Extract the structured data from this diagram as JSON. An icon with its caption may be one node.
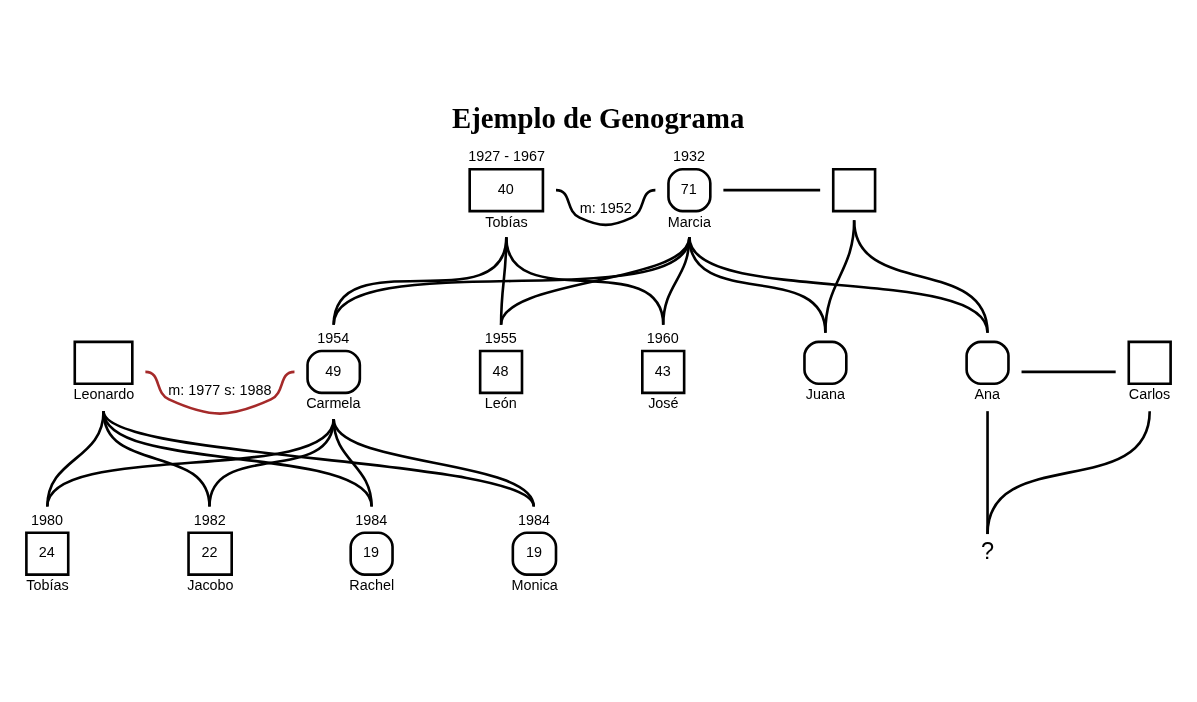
{
  "diagram": {
    "title": "Ejemplo de Genograma",
    "nodes": [
      {
        "text": [
          "40"
        ],
        "beside": [
          "1927 - 1967",
          "Tobías"
        ]
      },
      {
        "text": [
          "71"
        ],
        "beside": [
          "1932",
          "Marcia"
        ]
      },
      {
        "text": [],
        "shape": "box"
      },
      {
        "text": [],
        "shape": "box",
        "beside": [
          "Leonardo"
        ]
      },
      {
        "text": [
          "49"
        ],
        "beside": [
          "1954",
          "Carmela"
        ]
      },
      {
        "text": [
          "48"
        ],
        "beside": [
          "1955",
          "León"
        ]
      },
      {
        "text": [
          "43"
        ],
        "beside": [
          "1960",
          "José"
        ]
      },
      {
        "text": [],
        "shape": "circle",
        "beside": [
          "Juana"
        ]
      },
      {
        "text": [],
        "shape": "circle",
        "beside": [
          "Ana"
        ]
      },
      {
        "text": [],
        "shape": "box",
        "beside": [
          "Carlos"
        ]
      },
      {
        "text": [
          "24"
        ],
        "beside": [
          "1980",
          "Tobías"
        ]
      },
      {
        "text": [
          "22"
        ],
        "beside": [
          "1982",
          "Jacobo"
        ]
      },
      {
        "text": [
          "19"
        ],
        "beside": [
          "1984",
          "Rachel"
        ]
      },
      {
        "text": [
          "19"
        ],
        "beside": [
          "1984",
          "Monica"
        ]
      },
      {
        "text": [
          "?"
        ]
      }
    ],
    "edges": [
      {
        "from": 0,
        "to": 1,
        "arrow": "none",
        "label": "m: 1952"
      },
      {
        "from": 1,
        "to": 2,
        "arrow": "none"
      },
      {
        "from": 0,
        "to": 4,
        "arrow": "none"
      },
      {
        "from": 1,
        "to": 4,
        "arrow": "none"
      },
      {
        "from": 0,
        "to": 5,
        "arrow": "none"
      },
      {
        "from": 1,
        "to": 5,
        "arrow": "none"
      },
      {
        "from": 0,
        "to": 6,
        "arrow": "none"
      },
      {
        "from": 1,
        "to": 6,
        "arrow": "none"
      },
      {
        "from": 1,
        "to": 7,
        "arrow": "none"
      },
      {
        "from": 2,
        "to": 7,
        "arrow": "none"
      },
      {
        "from": 1,
        "to": 8,
        "arrow": "none"
      },
      {
        "from": 2,
        "to": 8,
        "arrow": "none"
      },
      {
        "from": 3,
        "to": 4,
        "arrow": "none",
        "label": "m: 1977 s: 1988",
        "color": "#a52a2a"
      },
      {
        "from": 3,
        "to": 10,
        "arrow": "none"
      },
      {
        "from": 4,
        "to": 10,
        "arrow": "none"
      },
      {
        "from": 3,
        "to": 11,
        "arrow": "none"
      },
      {
        "from": 4,
        "to": 11,
        "arrow": "none"
      },
      {
        "from": 3,
        "to": 12,
        "arrow": "none"
      },
      {
        "from": 4,
        "to": 12,
        "arrow": "none"
      },
      {
        "from": 3,
        "to": 13,
        "arrow": "none"
      },
      {
        "from": 4,
        "to": 13,
        "arrow": "none"
      },
      {
        "from": 8,
        "to": 9,
        "arrow": "none"
      },
      {
        "from": 8,
        "to": 14,
        "arrow": "none"
      },
      {
        "from": 9,
        "to": 14,
        "arrow": "none"
      }
    ]
  }
}
